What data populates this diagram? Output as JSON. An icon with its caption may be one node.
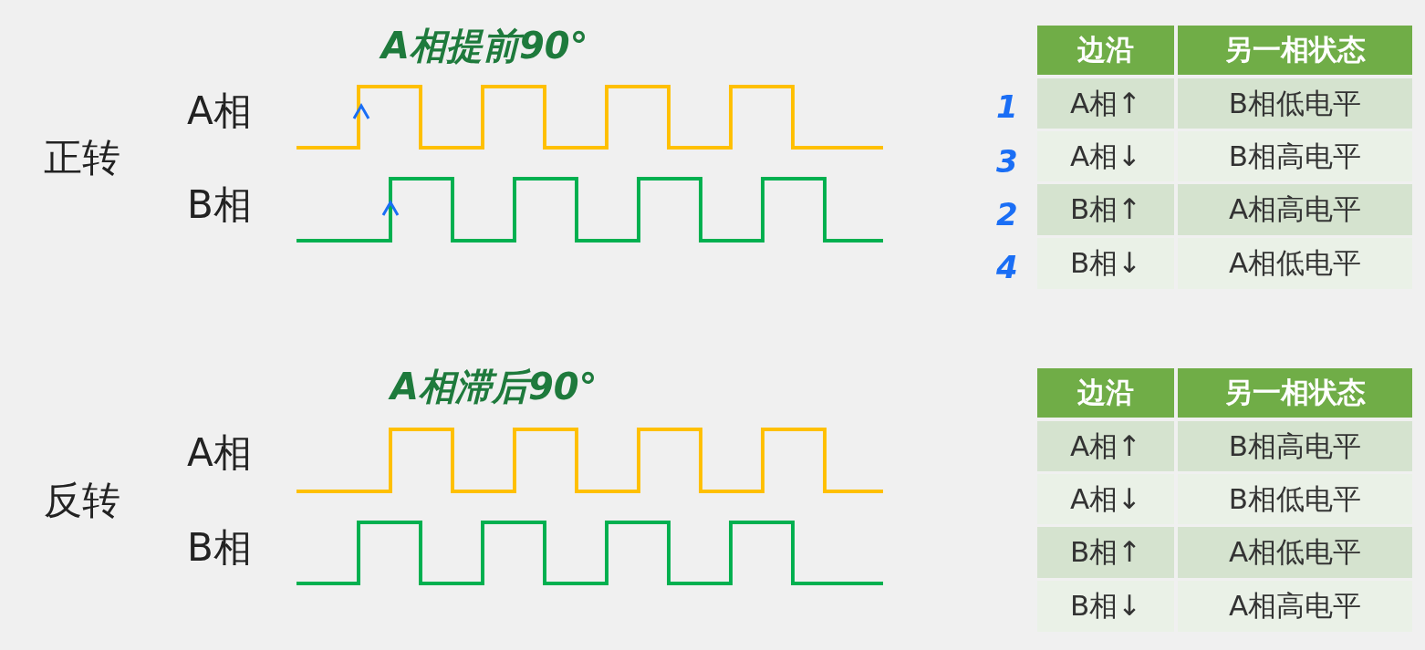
{
  "diagram": {
    "labels": [
      "A相提前90°",
      "A相",
      "正转",
      "B相",
      "边沿",
      "另一相状态",
      "A相↑",
      "B相低电平",
      "A相↓",
      "B相高电平",
      "B相↑",
      "A相高电平",
      "B相↓",
      "A相低电平",
      "1",
      "3",
      "2",
      "4",
      "A相滞后90°",
      "A相",
      "反转",
      "B相",
      "边沿",
      "另一相状态",
      "A相↑",
      "B相高电平",
      "A相↓",
      "B相低电平",
      "B相↑",
      "A相低电平",
      "B相↓",
      "A相高电平"
    ]
  }
}
